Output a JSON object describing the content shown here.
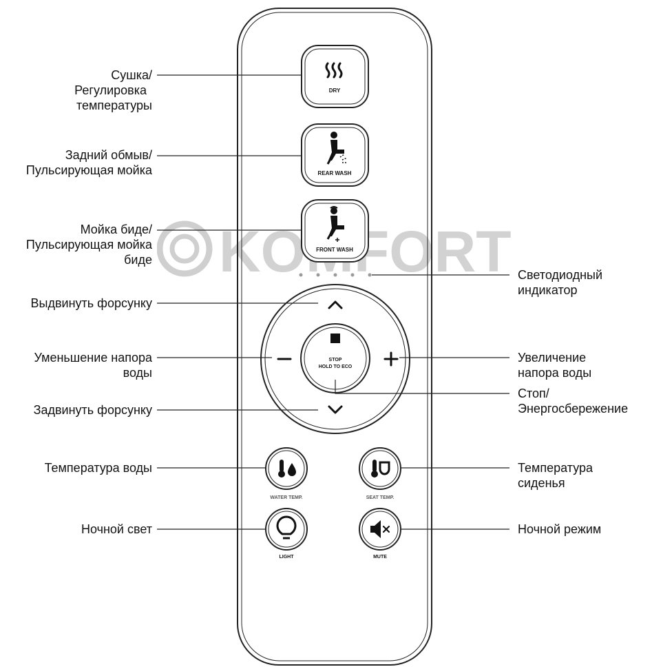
{
  "watermark": {
    "text": "KOMFORT"
  },
  "buttons": {
    "dry": "DRY",
    "rear_wash": "REAR WASH",
    "front_wash": "FRONT WASH",
    "stop_line1": "STOP",
    "stop_line2": "HOLD TO ECO",
    "water_temp": "WATER TEMP.",
    "seat_temp": "SEAT TEMP.",
    "light": "LIGHT",
    "mute": "MUTE"
  },
  "labels": {
    "dry": [
      "Сушка/",
      "Регулировка",
      "температуры"
    ],
    "rear_wash": [
      "Задний обмыв/",
      "Пульсирующая мойка"
    ],
    "front_wash": [
      "Мойка биде/",
      "Пульсирующая мойка",
      "биде"
    ],
    "led": [
      "Светодиодный",
      "индикатор"
    ],
    "nozzle_out": [
      "Выдвинуть форсунку"
    ],
    "pressure_down": [
      "Уменьшение напора",
      "воды"
    ],
    "pressure_up": [
      "Увеличение",
      "напора воды"
    ],
    "stop": [
      "Стоп/",
      "Энергосбережение"
    ],
    "nozzle_in": [
      "Задвинуть форсунку"
    ],
    "water_temp": [
      "Температура воды"
    ],
    "seat_temp": [
      "Температура",
      "сиденья"
    ],
    "night_light": [
      "Ночной свет"
    ],
    "night_mode": [
      "Ночной режим"
    ]
  }
}
